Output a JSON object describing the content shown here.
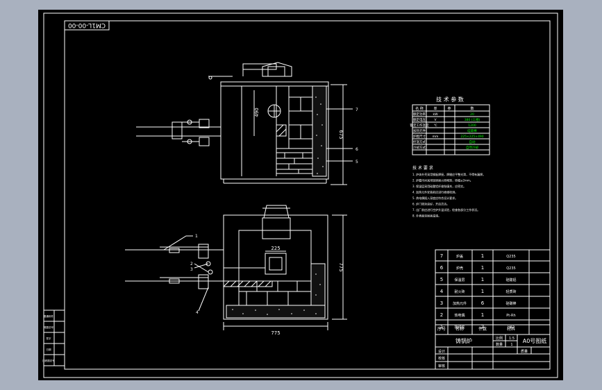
{
  "drawing": {
    "code": "CM1L-00-00",
    "part_name": "铸锅炉",
    "sheet_size": "A0号图纸",
    "scale_label": "比例",
    "scale_value": "1:5",
    "qty_label": "数量",
    "qty_value": "1",
    "mass_label": "质量",
    "designer_label": "设计",
    "checker_label": "校核",
    "reviewer_label": "审核"
  },
  "dimensions": {
    "front_height": "675",
    "inner_height": "490",
    "plan_inner": "225",
    "plan_height": "775",
    "plan_width": "775"
  },
  "tech_table": {
    "title": "技 术 参 数",
    "headers": [
      "名 称",
      "单",
      "参",
      "数"
    ],
    "rows": [
      {
        "name": "额定功率",
        "unit": "kW",
        "value": "20"
      },
      {
        "name": "额定电压",
        "unit": "V",
        "value": "380 (三相)"
      },
      {
        "name": "额定工作温度",
        "unit": "℃",
        "value": "1200"
      },
      {
        "name": "加热元件",
        "unit": "",
        "value": "硅碳棒"
      },
      {
        "name": "炉膛尺寸",
        "unit": "mm",
        "value": "225×225×490"
      },
      {
        "name": "控温方式",
        "unit": "",
        "value": "自动"
      },
      {
        "name": "冷却方式",
        "unit": "",
        "value": "自然冷却"
      }
    ]
  },
  "notes": {
    "title": "技 术 要 求",
    "lines": [
      "1. 炉体外壳采用钢板焊接，焊缝应平整光滑，不得有漏焊。",
      "2. 炉膛内衬采用轻质耐火砖砌筑，砖缝≤2mm。",
      "3. 保温层采用硅酸铝纤维毡填充，应密实。",
      "4. 加热元件安装前应进行绝缘检测。",
      "5. 热电偶插入深度应符合设计要求。",
      "6. 炉门密封良好，开启灵活。",
      "7. 出厂前应进行空炉升温试验，检查各部分工作状况。",
      "8. 外表面涂耐高温漆。"
    ]
  },
  "parts_list": {
    "rows": [
      {
        "no": "7",
        "name": "炉盖",
        "qty": "1",
        "material": "Q235"
      },
      {
        "no": "6",
        "name": "炉壳",
        "qty": "1",
        "material": "Q235"
      },
      {
        "no": "5",
        "name": "保温层",
        "qty": "1",
        "material": "硅酸铝"
      },
      {
        "no": "4",
        "name": "耐火砖",
        "qty": "1",
        "material": "轻质砖"
      },
      {
        "no": "3",
        "name": "加热元件",
        "qty": "6",
        "material": "硅碳棒"
      },
      {
        "no": "2",
        "name": "热电偶",
        "qty": "1",
        "material": "Pt-Rh"
      },
      {
        "no": "1",
        "name": "接线柱",
        "qty": "2",
        "material": "H62"
      }
    ],
    "header": {
      "no": "序号",
      "name": "名称",
      "qty": "件数",
      "material": "材料"
    }
  },
  "left_stamp": {
    "rows": [
      "借通用件",
      "底图总号",
      "签字",
      "日期",
      "旧底图总号"
    ]
  },
  "leaders": [
    "1",
    "2",
    "3",
    "4",
    "5",
    "6",
    "7"
  ],
  "colors": {
    "background": "#000000",
    "frame": "#ffffff",
    "highlight": "#00ff00",
    "outer": "#a9b1bf"
  }
}
